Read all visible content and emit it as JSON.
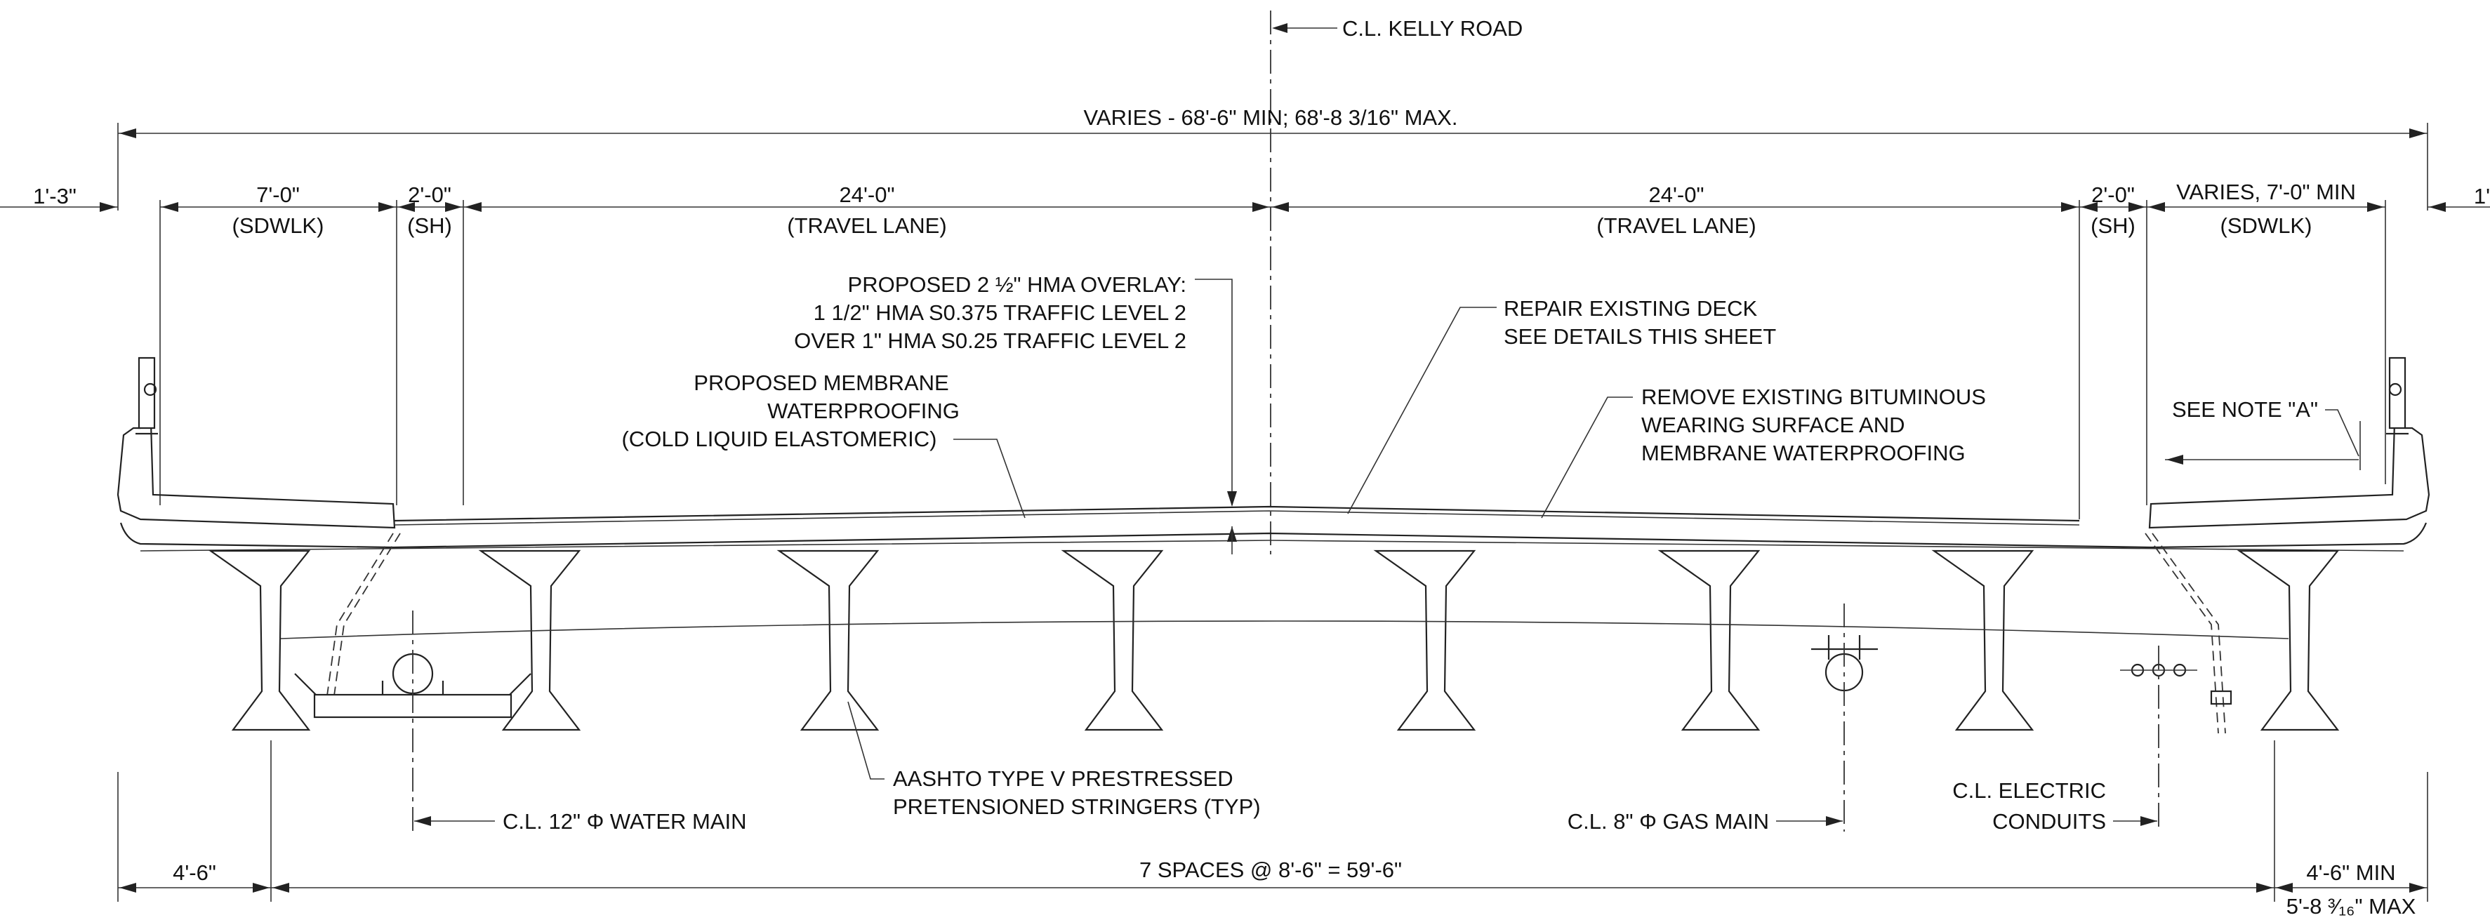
{
  "labels": {
    "cl_kelly_road": "C.L. KELLY ROAD",
    "overall_width": "VARIES - 68'-6\" MIN; 68'-8 3/16\" MAX.",
    "left_parapet_dim": "1'-3\"",
    "right_parapet_dim": "1'",
    "left_sidewalk_dim": "7'-0\"",
    "left_sidewalk_name": "(SDWLK)",
    "left_shoulder_dim": "2'-0\"",
    "left_shoulder_name": "(SH)",
    "left_lane_dim": "24'-0\"",
    "left_lane_name": "(TRAVEL LANE)",
    "right_lane_dim": "24'-0\"",
    "right_lane_name": "(TRAVEL LANE)",
    "right_shoulder_dim": "2'-0\"",
    "right_shoulder_name": "(SH)",
    "right_sidewalk_dim": "VARIES, 7'-0\" MIN",
    "right_sidewalk_name": "(SDWLK)",
    "overlay_line1": "PROPOSED 2 ½\" HMA OVERLAY:",
    "overlay_line2": "1 1/2\" HMA S0.375 TRAFFIC LEVEL 2",
    "overlay_line3": "OVER 1\" HMA S0.25 TRAFFIC LEVEL 2",
    "membrane_line1": "PROPOSED MEMBRANE",
    "membrane_line2": "WATERPROOFING",
    "membrane_line3": "(COLD LIQUID ELASTOMERIC)",
    "repair_line1": "REPAIR EXISTING DECK",
    "repair_line2": "SEE DETAILS THIS SHEET",
    "remove_line1": "REMOVE EXISTING BITUMINOUS",
    "remove_line2": "WEARING SURFACE AND",
    "remove_line3": "MEMBRANE WATERPROOFING",
    "see_note": "SEE NOTE \"A\"",
    "stringers_line1": "AASHTO TYPE V PRESTRESSED",
    "stringers_line2": "PRETENSIONED STRINGERS (TYP)",
    "water_main": "C.L. 12\" Φ WATER MAIN",
    "gas_main": "C.L. 8\" Φ GAS MAIN",
    "electric_line1": "C.L. ELECTRIC",
    "electric_line2": "CONDUITS",
    "left_overhang_dim": "4'-6\"",
    "spacing_dim": "7 SPACES @ 8'-6\" = 59'-6\"",
    "right_overhang_min": "4'-6\" MIN",
    "right_overhang_max": "5'-8 ³⁄₁₆\" MAX"
  }
}
